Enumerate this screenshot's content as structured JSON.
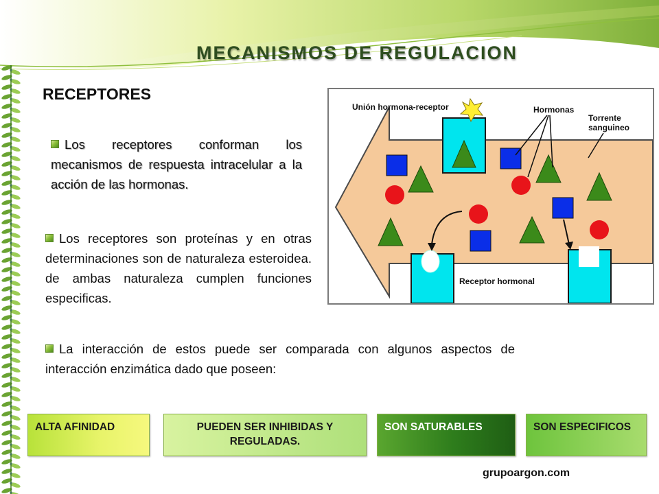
{
  "title": "MECANISMOS DE REGULACION",
  "subtitle": "RECEPTORES",
  "paragraphs": [
    "Los receptores conforman los mecanismos de respuesta intracelular a la acción de las hormonas.",
    "Los receptores son proteínas y en otras determinaciones son de naturaleza esteroidea. de ambas naturaleza cumplen funciones especificas.",
    "La interacción de estos puede ser comparada con algunos aspectos de interacción enzimática dado que poseen:"
  ],
  "diagram": {
    "label_union": "Unión hormona-receptor",
    "label_hormonas": "Hormonas",
    "label_torrente_1": "Torrente",
    "label_torrente_2": "sanguineo",
    "label_receptor": "Receptor hormonal",
    "colors": {
      "arrow_fill": "#f5c99a",
      "receptor": "#00e5ee",
      "square": "#0a2ee8",
      "circle": "#e8141a",
      "triangle": "#3b8a1a",
      "star": "#ffee33"
    }
  },
  "boxes": [
    "ALTA AFINIDAD",
    "PUEDEN SER INHIBIDAS Y REGULADAS.",
    "SON SATURABLES",
    "SON ESPECIFICOS"
  ],
  "footer": "grupoargon.com",
  "theme": {
    "title_color": "#2e4d1f",
    "accent_green": "#8cbf3a"
  }
}
